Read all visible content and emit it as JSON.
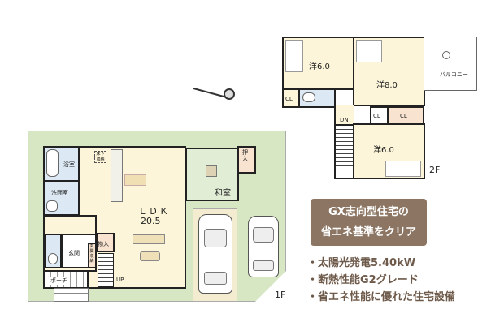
{
  "floor1": {
    "label": "1F",
    "rooms": {
      "bath": "浴室",
      "washroom": "洗面室",
      "ldk_name": "ＬＤＫ",
      "ldk_size": "20.5",
      "washitsu": "和室",
      "oshiire": "押入",
      "storage": "物入",
      "entrance": "玄関",
      "entrance_storage": "玄関収納",
      "porch": "ポーチ",
      "underfloor": "床下収納",
      "up": "UP"
    }
  },
  "floor2": {
    "label": "2F",
    "rooms": {
      "western1": "洋6.0",
      "western2": "洋8.0",
      "western3": "洋6.0",
      "closet": "CL",
      "balcony": "バルコニー",
      "down": "DN"
    }
  },
  "compass": {
    "icon": "north-compass-icon"
  },
  "info": {
    "headline1": "GX志向型住宅の",
    "headline2": "省エネ基準をクリア",
    "bullets": [
      "・太陽光発電5.40kW",
      "・断熱性能G2グレード",
      "・省エネ性能に優れた住宅設備"
    ],
    "box_color": "#8c7563",
    "text_color": "#6e5a4a"
  }
}
